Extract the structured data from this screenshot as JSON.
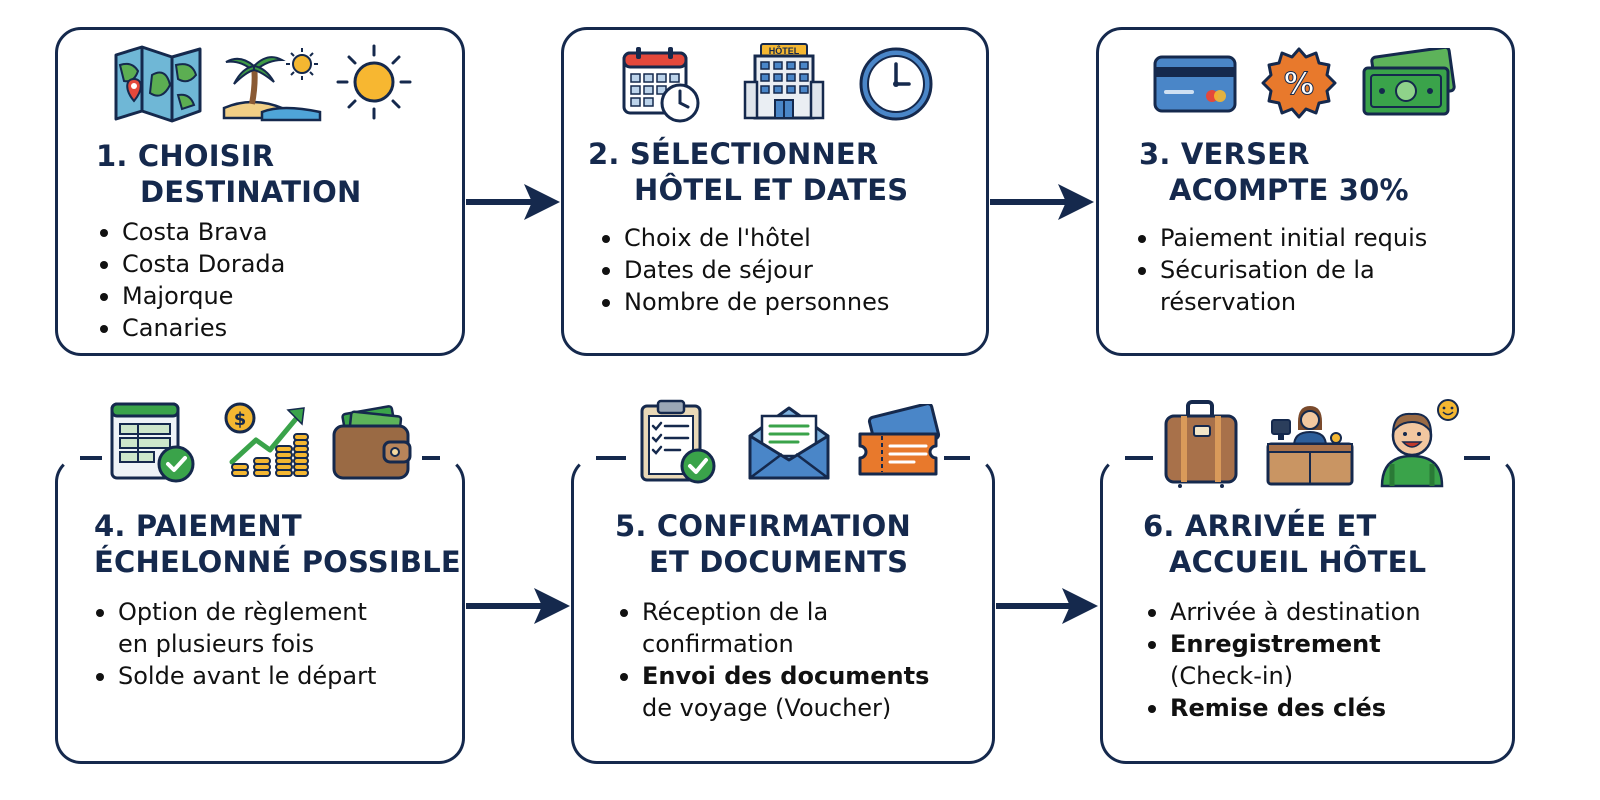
{
  "steps": [
    {
      "title_line1": "1.  CHOISIR",
      "title_line2": "DESTINATION",
      "bullets": [
        {
          "text": "Costa Brava"
        },
        {
          "text": "Costa Dorada"
        },
        {
          "text": "Majorque"
        },
        {
          "text": "Canaries"
        }
      ],
      "icons": [
        "map-icon",
        "palm-island-icon",
        "sun-icon"
      ]
    },
    {
      "title_line1": "2. SÉLECTIONNER",
      "title_line2": "HÔTEL ET DATES",
      "bullets": [
        {
          "text": "Choix de l'hôtel"
        },
        {
          "text": "Dates de séjour"
        },
        {
          "text": "Nombre de personnes"
        }
      ],
      "icons": [
        "calendar-clock-icon",
        "hotel-building-icon",
        "clock-icon"
      ],
      "hotel_sign": "HÔTEL"
    },
    {
      "title_line1": "3. VERSER",
      "title_line2": "ACOMPTE 30%",
      "bullets": [
        {
          "line1": "Paiement initial requis"
        },
        {
          "line1": "Sécurisation de la",
          "line2": "réservation"
        }
      ],
      "icons": [
        "credit-card-icon",
        "discount-badge-icon",
        "banknotes-icon"
      ],
      "badge_symbol": "%"
    },
    {
      "title_line1": "4. PAIEMENT",
      "title_line2": "ÉCHELONNÉ POSSIBLE",
      "bullets": [
        {
          "line1": "Option de règlement",
          "line2": "en plusieurs fois"
        },
        {
          "line1": "Solde avant le départ"
        }
      ],
      "icons": [
        "invoice-check-icon",
        "growth-coins-icon",
        "wallet-icon"
      ],
      "coin_symbol": "$"
    },
    {
      "title_line1": "5. CONFIRMATION",
      "title_line2": "ET DOCUMENTS",
      "bullets": [
        {
          "line1": "Réception de la",
          "line2": "confirmation"
        },
        {
          "bold": "Envoi des documents",
          "line2": "de voyage (Voucher)"
        }
      ],
      "icons": [
        "checklist-icon",
        "envelope-icon",
        "ticket-icon"
      ]
    },
    {
      "title_line1": "6. ARRIVÉE ET",
      "title_line2": "ACCUEIL HÔTEL",
      "bullets": [
        {
          "line1": "Arrivée à destination"
        },
        {
          "bold": "Enregistrement",
          "line2": "(Check-in)"
        },
        {
          "bold": "Remise des clés"
        }
      ],
      "icons": [
        "suitcase-icon",
        "reception-desk-icon",
        "happy-traveler-icon"
      ]
    }
  ],
  "colors": {
    "navy": "#15294d",
    "orange": "#e8792c",
    "blue": "#4a86c8",
    "green": "#3aa34a",
    "brown": "#9a6a44"
  }
}
